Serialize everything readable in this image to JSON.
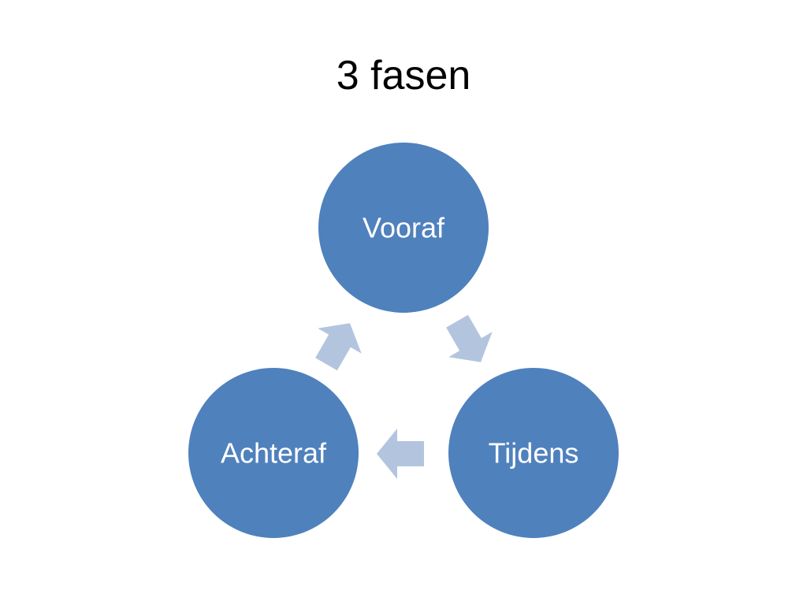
{
  "slide": {
    "title": "3 fasen"
  },
  "diagram": {
    "nodes": [
      {
        "id": "vooraf",
        "label": "Vooraf"
      },
      {
        "id": "tijdens",
        "label": "Tijdens"
      },
      {
        "id": "achteraf",
        "label": "Achteraf"
      }
    ],
    "flow": [
      "vooraf -> tijdens",
      "tijdens -> achteraf",
      "achteraf -> vooraf"
    ]
  },
  "colors": {
    "node_fill": "#4F81BD",
    "arrow_fill": "#B3C4DE",
    "label_text": "#FFFFFF",
    "background": "#FFFFFF"
  }
}
